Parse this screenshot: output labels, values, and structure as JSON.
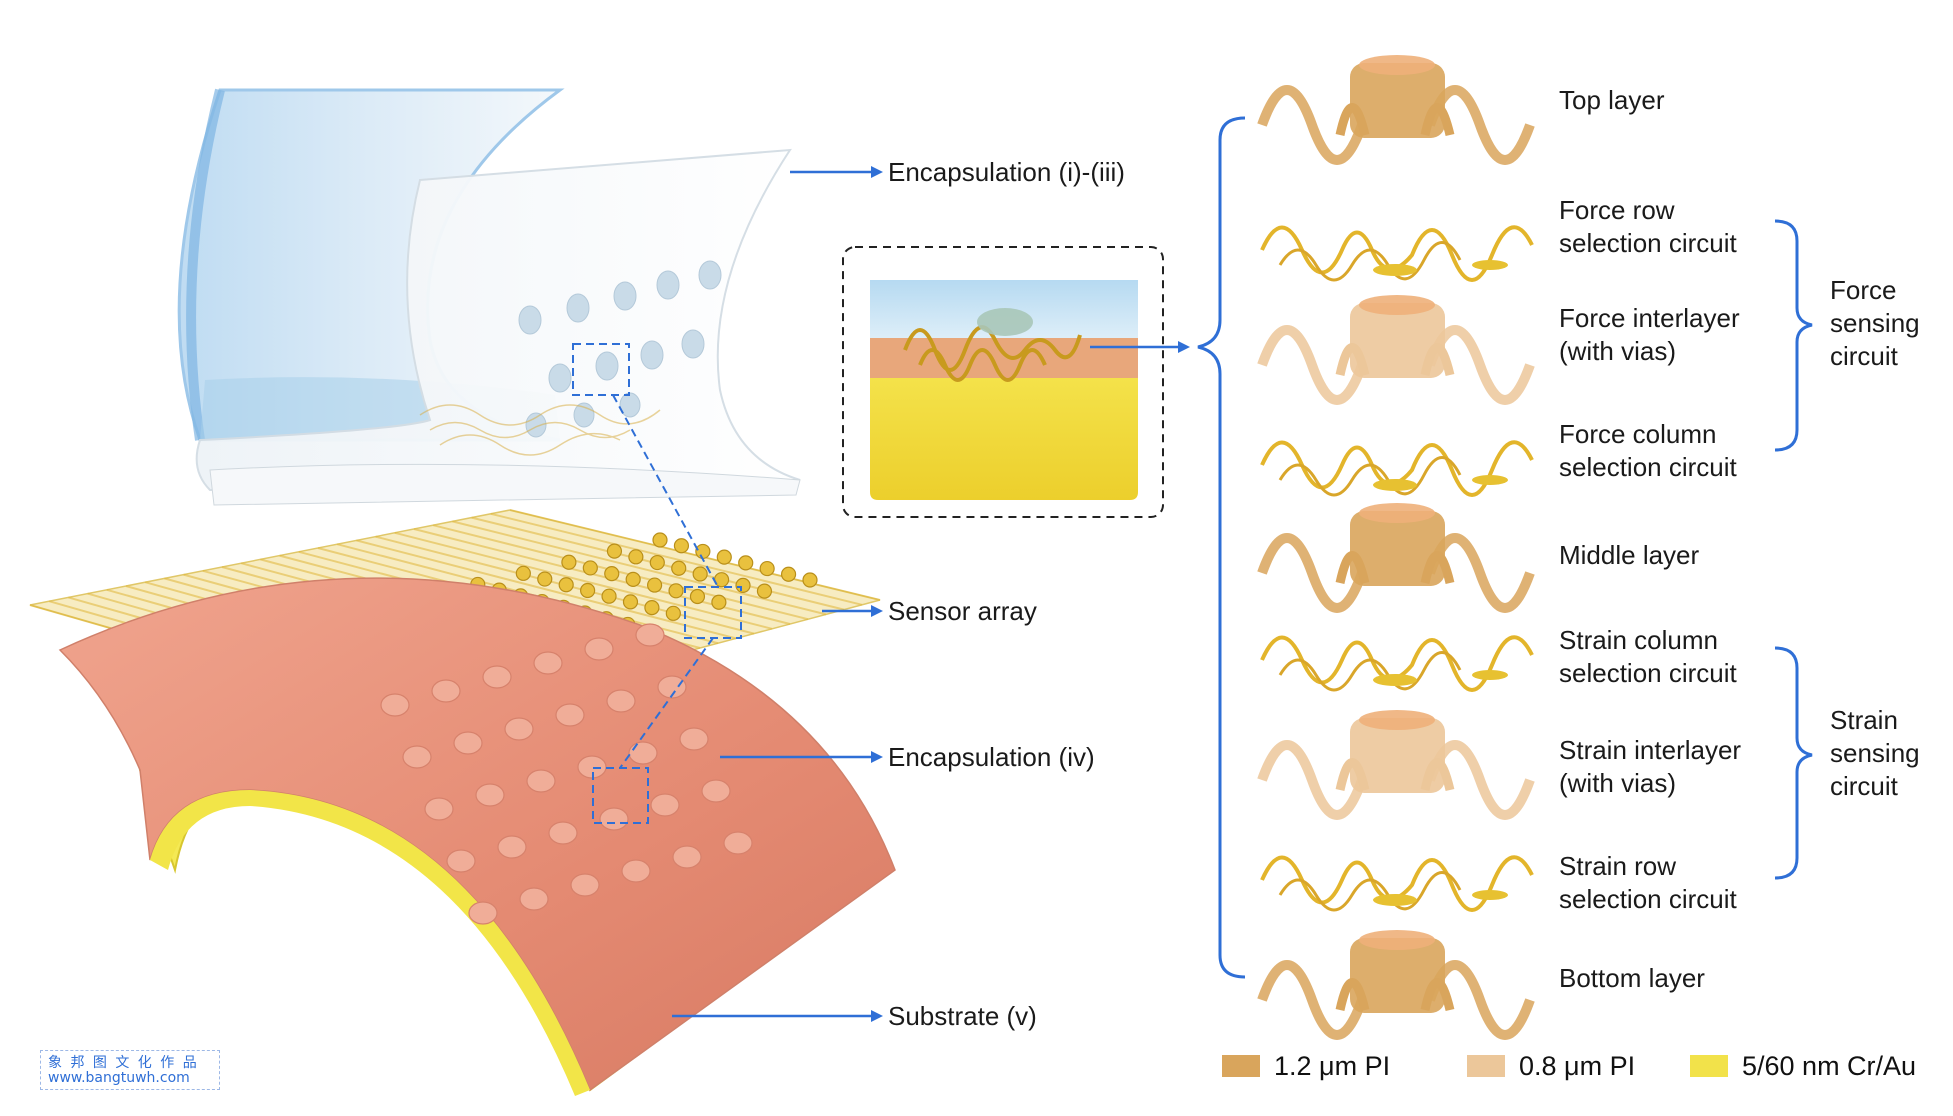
{
  "left_labels": {
    "encapsulation_top": "Encapsulation (i)-(iii)",
    "sensor_array": "Sensor array",
    "encapsulation_iv": "Encapsulation (iv)",
    "substrate": "Substrate (v)"
  },
  "layers": [
    {
      "label": "Top layer",
      "material": "pi-thick"
    },
    {
      "label": "Force row\nselection circuit",
      "material": "cr-au"
    },
    {
      "label": "Force interlayer\n(with vias)",
      "material": "pi-thin"
    },
    {
      "label": "Force column\nselection circuit",
      "material": "cr-au"
    },
    {
      "label": "Middle layer",
      "material": "pi-thick"
    },
    {
      "label": "Strain column\nselection circuit",
      "material": "cr-au"
    },
    {
      "label": "Strain interlayer\n(with vias)",
      "material": "pi-thin"
    },
    {
      "label": "Strain row\nselection circuit",
      "material": "cr-au"
    },
    {
      "label": "Bottom layer",
      "material": "pi-thick"
    }
  ],
  "groups": {
    "force": "Force\nsensing\ncircuit",
    "strain": "Strain\nsensing\ncircuit"
  },
  "legend": [
    {
      "label": "1.2 μm PI",
      "color": "#d9a55c"
    },
    {
      "label": "0.8 μm PI",
      "color": "#ecc79a"
    },
    {
      "label": "5/60 nm Cr/Au",
      "color": "#f2e24a"
    }
  ],
  "colors": {
    "accent_blue": "#2f6fd6",
    "substrate_yellow": "#f1e54a",
    "encap_pink": "#e6907a",
    "gold": "#e3b52b",
    "pi_thick": "#d9a55c",
    "pi_thin": "#ecc79a"
  },
  "watermark": {
    "line1": "象 邦 图 文 化 作 品",
    "line2": "www.bangtuwh.com"
  }
}
